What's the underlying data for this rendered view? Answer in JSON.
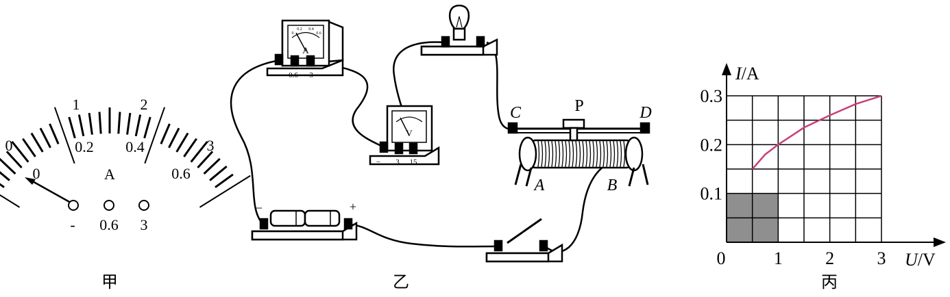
{
  "ammeter_dial": {
    "upper_scale": [
      "0",
      "1",
      "2",
      "3"
    ],
    "lower_scale": [
      "0",
      "0.2",
      "0.4",
      "0.6"
    ],
    "unit": "A",
    "terminals": [
      "-",
      "0.6",
      "3"
    ],
    "caption": "甲"
  },
  "circuit": {
    "caption": "乙",
    "ammeter": {
      "letter": "A",
      "terminals": [
        "−",
        "0.6",
        "3"
      ],
      "scale": [
        "0",
        "0.2",
        "0.4",
        "0.6"
      ]
    },
    "voltmeter": {
      "letter": "V",
      "terminals": [
        "−",
        "3",
        "15"
      ]
    },
    "battery": {
      "minus": "−",
      "plus": "+"
    },
    "rheostat": {
      "C": "C",
      "P": "P",
      "D": "D",
      "A": "A",
      "B": "B"
    }
  },
  "chart_data": {
    "type": "line",
    "caption": "丙",
    "xlabel_var": "U",
    "xlabel_unit": "/V",
    "ylabel_var": "I",
    "ylabel_unit": "/A",
    "x_ticks": [
      "0",
      "1",
      "2",
      "3"
    ],
    "y_ticks": [
      "0.1",
      "0.2",
      "0.3"
    ],
    "xlim": [
      0,
      3
    ],
    "ylim": [
      0,
      0.3
    ],
    "grid": true,
    "grid_divisions": {
      "x": 6,
      "y": 6
    },
    "shaded_cells": 4,
    "curve_color": "#c8407a",
    "series": [
      {
        "x": [
          0.5,
          0.75,
          1.0,
          1.5,
          2.0,
          2.5,
          3.0
        ],
        "y": [
          0.15,
          0.18,
          0.2,
          0.235,
          0.26,
          0.283,
          0.3
        ]
      }
    ]
  }
}
